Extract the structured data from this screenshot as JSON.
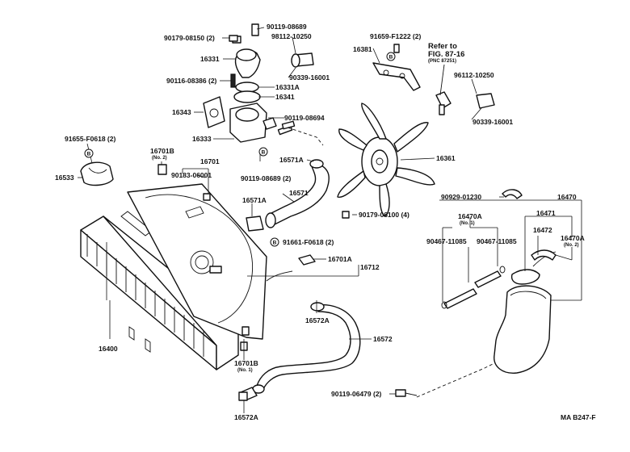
{
  "labels": {
    "l_90119_08689_top": "90119-08689",
    "l_90179_08150": "90179-08150 (2)",
    "l_98112_10250_a": "98112-10250",
    "l_91659": "91659-F1222 (2)",
    "l_refer": "Refer to",
    "l_fig": "FIG. 87-16",
    "l_pnc": "(PNC 87251)",
    "l_16331": "16331",
    "l_16381": "16381",
    "l_90339_a": "90339-16001",
    "l_90116": "90116-08386 (2)",
    "l_16331A": "16331A",
    "l_16341": "16341",
    "l_96112": "96112-10250",
    "l_16343": "16343",
    "l_90119_08694": "90119-08694",
    "l_90339_b": "90339-16001",
    "l_16333": "16333",
    "l_91655": "91655-F0618 (2)",
    "l_16701B_a": "16701B",
    "l_no2_a": "(No. 2)",
    "l_16533": "16533",
    "l_16701": "16701",
    "l_90119_08689_b": "90119-08689 (2)",
    "l_16571A_top": "16571A",
    "l_16361": "16361",
    "l_90183": "90183-06001",
    "l_16571": "16571",
    "l_16571A_mid": "16571A",
    "l_90929": "90929-01230",
    "l_16470": "16470",
    "l_90179_06100": "90179-06100 (4)",
    "l_16470A_a": "16470A",
    "l_no1_a": "(No. 1)",
    "l_16471": "16471",
    "l_16400": "16400",
    "l_91661": "91661-F0618 (2)",
    "l_16472": "16472",
    "l_90467_a": "90467-11085",
    "l_90467_b": "90467-11085",
    "l_16470A_b": "16470A",
    "l_no2_b": "(No. 2)",
    "l_16701A": "16701A",
    "l_16712": "16712",
    "l_16572A_top": "16572A",
    "l_16572": "16572",
    "l_16701B_b": "16701B",
    "l_no1_b": "(No. 1)",
    "l_90119_06479": "90119-06479 (2)",
    "l_16572A_bot": "16572A",
    "l_ma": "MA  B247-F"
  },
  "badge_letter": "B"
}
